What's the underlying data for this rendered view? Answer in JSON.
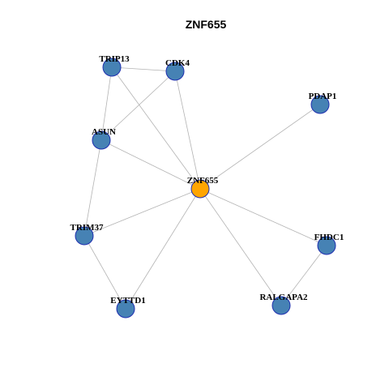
{
  "title": "ZNF655",
  "colors": {
    "center_node": "#ffa500",
    "neighbor_node": "#4682b4",
    "node_border": "#1f2fb0",
    "edge": "#b3b3b3"
  },
  "nodes": [
    {
      "id": "ZNF655",
      "label": "ZNF655",
      "role": "center"
    },
    {
      "id": "TRIP13",
      "label": "TRIP13",
      "role": "neighbor"
    },
    {
      "id": "CDK4",
      "label": "CDK4",
      "role": "neighbor"
    },
    {
      "id": "PDAP1",
      "label": "PDAP1",
      "role": "neighbor"
    },
    {
      "id": "ASUN",
      "label": "ASUN",
      "role": "neighbor"
    },
    {
      "id": "TRIM37",
      "label": "TRIM37",
      "role": "neighbor"
    },
    {
      "id": "FHDC1",
      "label": "FHDC1",
      "role": "neighbor"
    },
    {
      "id": "RALGAPA2",
      "label": "RALGAPA2",
      "role": "neighbor"
    },
    {
      "id": "EYTTD1",
      "label": "EYTTD1",
      "role": "neighbor"
    }
  ],
  "edges": [
    [
      "TRIP13",
      "CDK4"
    ],
    [
      "TRIP13",
      "ASUN"
    ],
    [
      "TRIP13",
      "ZNF655"
    ],
    [
      "CDK4",
      "ASUN"
    ],
    [
      "CDK4",
      "ZNF655"
    ],
    [
      "PDAP1",
      "ZNF655"
    ],
    [
      "ASUN",
      "ZNF655"
    ],
    [
      "ASUN",
      "TRIM37"
    ],
    [
      "TRIM37",
      "ZNF655"
    ],
    [
      "TRIM37",
      "EYTTD1"
    ],
    [
      "EYTTD1",
      "ZNF655"
    ],
    [
      "ZNF655",
      "FHDC1"
    ],
    [
      "ZNF655",
      "RALGAPA2"
    ],
    [
      "FHDC1",
      "RALGAPA2"
    ]
  ]
}
